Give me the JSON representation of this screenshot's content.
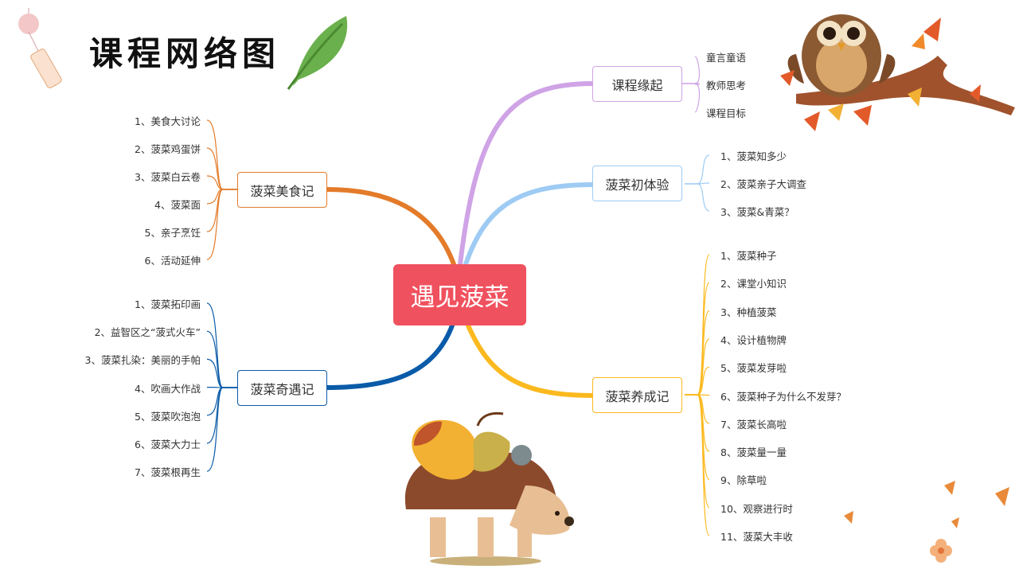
{
  "title": "课程网络图",
  "center": "遇见菠菜",
  "colors": {
    "center": "#f0515e",
    "origin": "#cfa3e6",
    "experience": "#9ecbf4",
    "growing": "#fbb91e",
    "food": "#e37b2a",
    "encounter": "#0a5ba8"
  },
  "branches": {
    "origin": {
      "label": "课程缘起",
      "items": [
        "童言童语",
        "教师思考",
        "课程目标"
      ]
    },
    "experience": {
      "label": "菠菜初体验",
      "items": [
        "1、菠菜知多少",
        "2、菠菜亲子大调查",
        "3、菠菜&青菜？"
      ]
    },
    "growing": {
      "label": "菠菜养成记",
      "items": [
        "1、菠菜种子",
        "2、课堂小知识",
        "3、种植菠菜",
        "4、设计植物牌",
        "5、菠菜发芽啦",
        "6、菠菜种子为什么不发芽？",
        "7、菠菜长高啦",
        "8、菠菜量一量",
        "9、除草啦",
        "10、观察进行时",
        "11、菠菜大丰收"
      ]
    },
    "food": {
      "label": "菠菜美食记",
      "items": [
        "1、美食大讨论",
        "2、菠菜鸡蛋饼",
        "3、菠菜白云卷",
        "4、菠菜面",
        "5、亲子烹饪",
        "6、活动延伸"
      ]
    },
    "encounter": {
      "label": "菠菜奇遇记",
      "items": [
        "1、菠菜拓印画",
        "2、益智区之“菠式火车”",
        "3、菠菜扎染：美丽的手帕",
        "4、吹画大作战",
        "5、菠菜吹泡泡",
        "6、菠菜大力士",
        "7、菠菜根再生"
      ]
    }
  },
  "icons": [
    "owl-icon",
    "branch-icon",
    "autumn-leaf-icon",
    "hedgehog-icon",
    "pear-icon",
    "wind-chime-icon",
    "flower-icon"
  ]
}
